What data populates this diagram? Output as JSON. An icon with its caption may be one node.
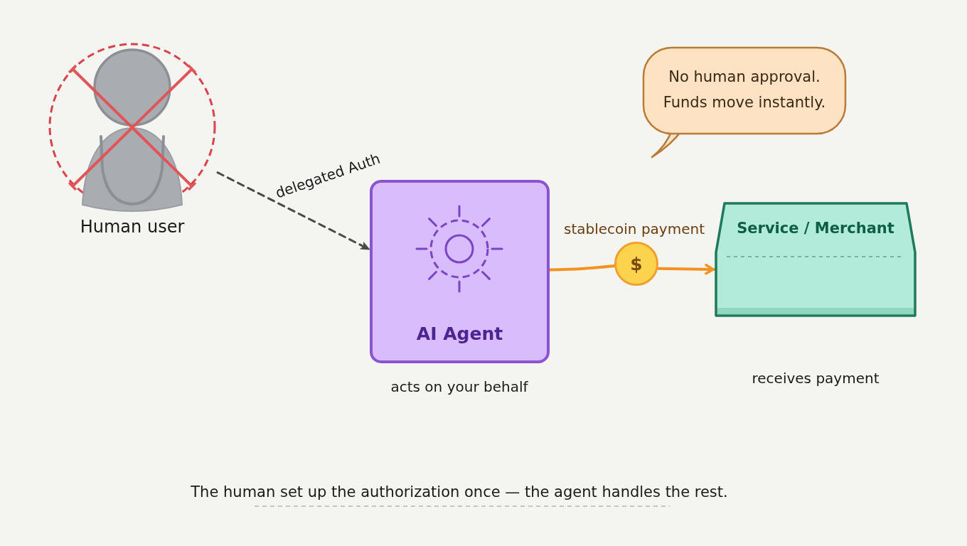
{
  "diagram": {
    "caption": "The human set up the authorization once — the agent handles the rest.",
    "nodes": [
      {
        "text": [
          "Human user"
        ]
      },
      {
        "text": [
          "AI Agent"
        ],
        "beside": [
          "acts on your behalf"
        ]
      },
      {
        "text": [
          "$"
        ]
      },
      {
        "text": [
          "Service / Merchant"
        ],
        "beside": [
          "receives payment"
        ]
      },
      {
        "text": [
          "No human approval. Funds move instantly."
        ]
      }
    ],
    "edges": [
      {
        "from": 0,
        "to": 1,
        "arrow": "to",
        "label": "delegated Auth",
        "style": "dashed",
        "color": "#4a4a4a"
      },
      {
        "from": 1,
        "to": 2,
        "arrow": "none",
        "label": "stablecoin payment",
        "color": "#f39220"
      },
      {
        "from": 2,
        "to": 3,
        "arrow": "to",
        "color": "#f39220"
      }
    ]
  }
}
